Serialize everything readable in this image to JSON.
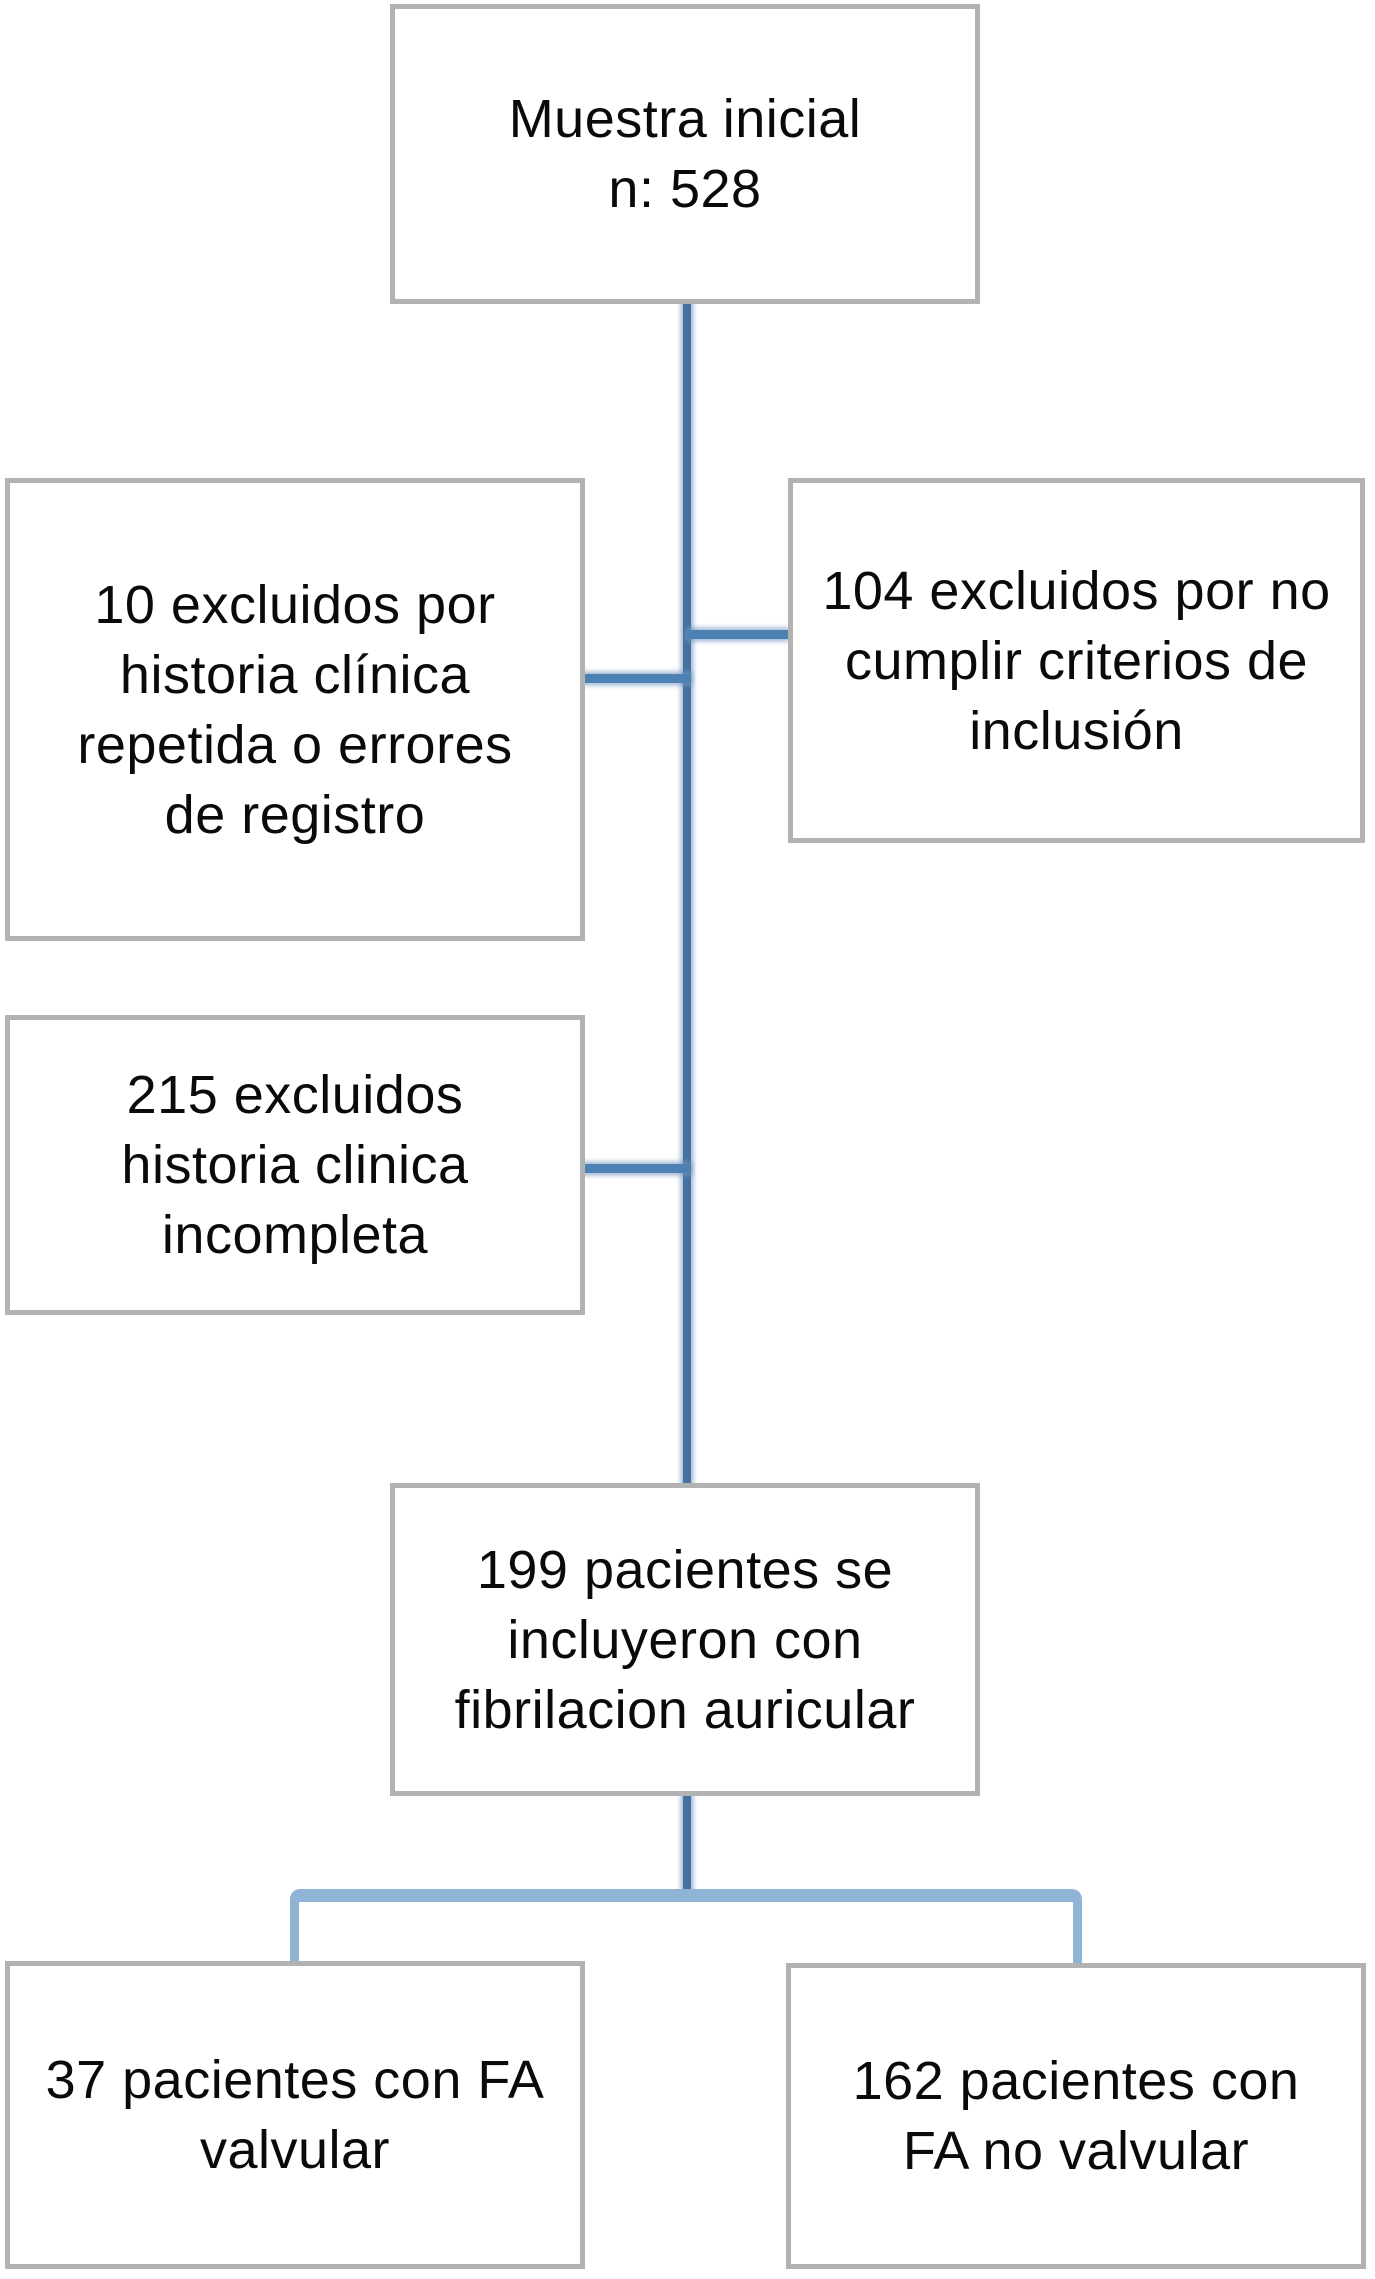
{
  "figure": {
    "type": "flowchart",
    "language": "es",
    "background": "#ffffff",
    "colors": {
      "box_border_gray": "#b2b2b2",
      "line_dark_blue": "#44719f",
      "line_mid_blue": "#4d80b3",
      "line_light_blue": "#8fb4d6",
      "text_black": "#0a0a0a"
    },
    "nodes": {
      "start": {
        "text": "Muestra inicial\nn: 528"
      },
      "excluded_duplicates": {
        "text": "10 excluidos por\nhistoria clínica\nrepetida o errores\nde registro"
      },
      "excluded_criteria": {
        "text": "104 excluidos por no\ncumplir criterios de\ninclusión"
      },
      "excluded_incomplete": {
        "text": "215 excluidos\nhistoria clinica\nincompleta"
      },
      "included": {
        "text": "199 pacientes se\nincluyeron con\nfibrilacion auricular"
      },
      "valvular": {
        "text": "37 pacientes con FA\nvalvular"
      },
      "non_valvular": {
        "text": "162 pacientes con\nFA no valvular"
      }
    },
    "edges": [
      {
        "from": "start",
        "to": "excluded_duplicates"
      },
      {
        "from": "start",
        "to": "excluded_criteria"
      },
      {
        "from": "start",
        "to": "excluded_incomplete"
      },
      {
        "from": "start",
        "to": "included"
      },
      {
        "from": "included",
        "to": "valvular"
      },
      {
        "from": "included",
        "to": "non_valvular"
      }
    ]
  }
}
